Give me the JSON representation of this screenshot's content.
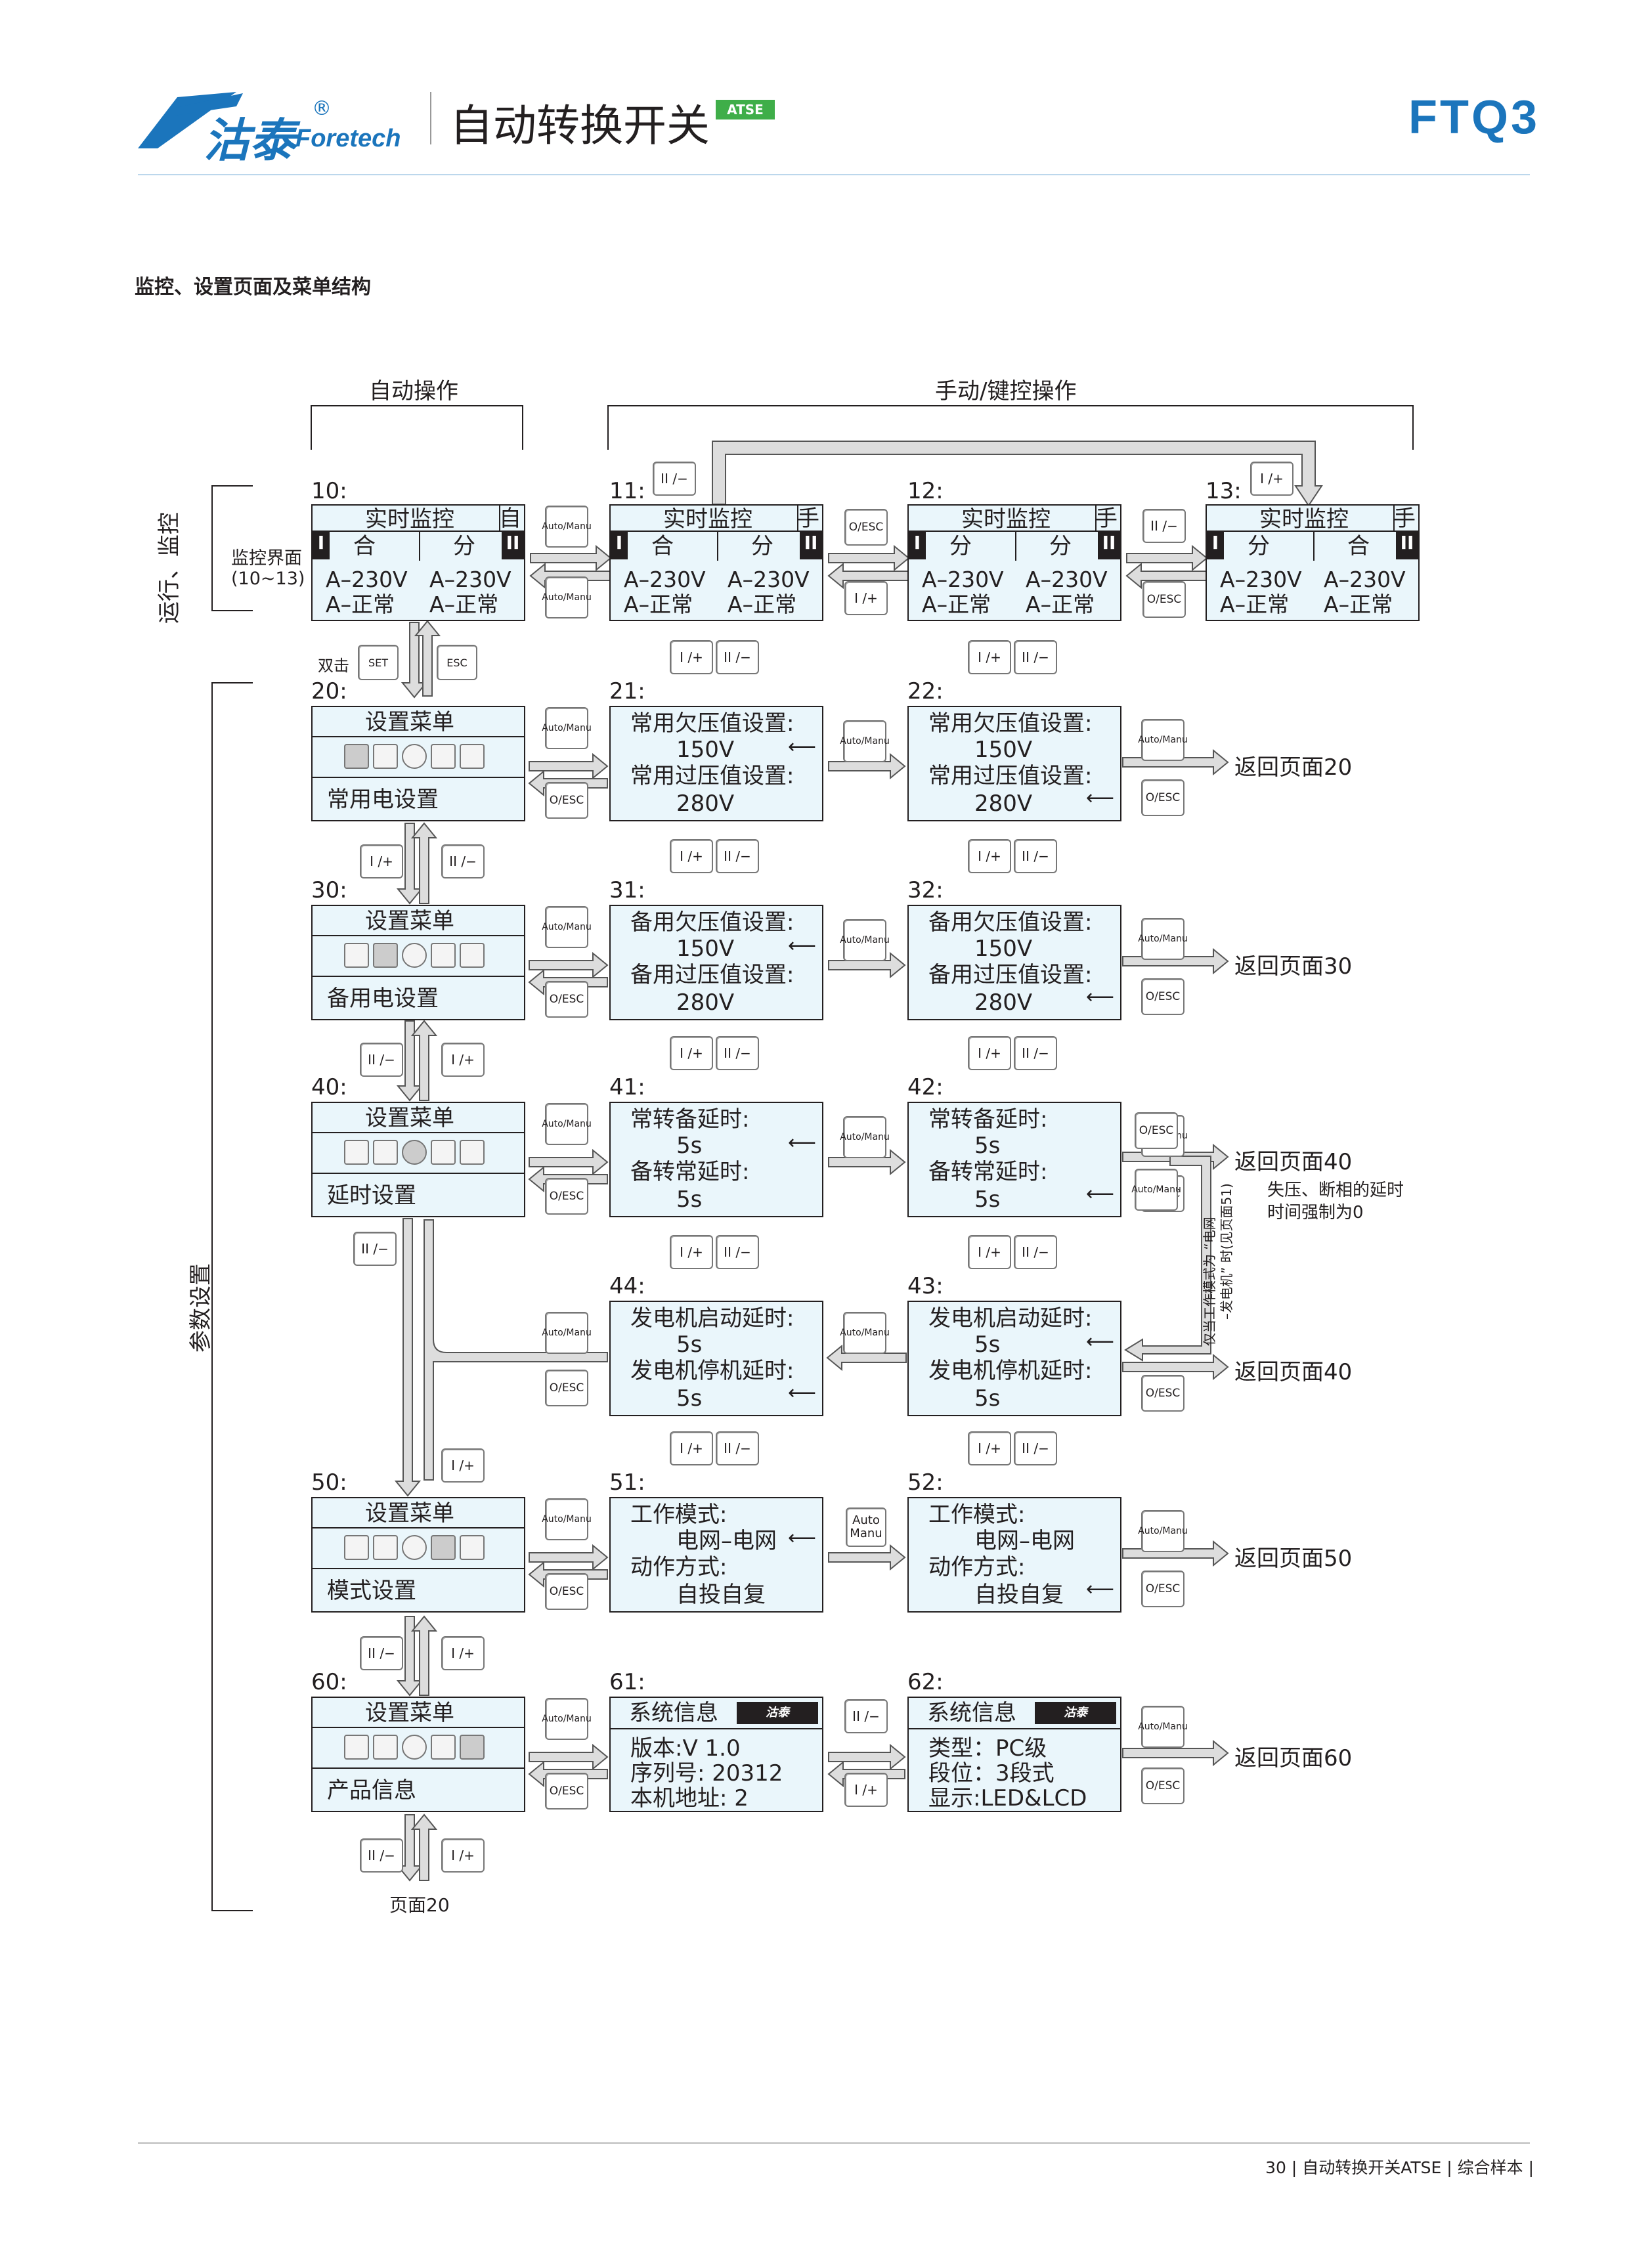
{
  "header": {
    "logo_cn": "沽泰",
    "logo_reg": "®",
    "logo_en": "Foretech",
    "title": "自动转换开关",
    "badge": "ATSE",
    "model": "FTQ3"
  },
  "section_title": "监控、设置页面及菜单结构",
  "groups": {
    "auto": "自动操作",
    "manual": "手动/键控操作",
    "side_monitor": "运行、监控",
    "side_params": "参数设置",
    "monitor_label": "监控界面",
    "monitor_range": "(10~13)"
  },
  "monitor_screens": [
    {
      "num": "10:",
      "title": "实时监控",
      "mode": "自",
      "s1": "合",
      "s2": "分",
      "v1": "A–230V",
      "v2": "A–230V",
      "n1": "A–正常",
      "n2": "A–正常"
    },
    {
      "num": "11:",
      "title": "实时监控",
      "mode": "手",
      "s1": "合",
      "s2": "分",
      "v1": "A–230V",
      "v2": "A–230V",
      "n1": "A–正常",
      "n2": "A–正常"
    },
    {
      "num": "12:",
      "title": "实时监控",
      "mode": "手",
      "s1": "分",
      "s2": "分",
      "v1": "A–230V",
      "v2": "A–230V",
      "n1": "A–正常",
      "n2": "A–正常"
    },
    {
      "num": "13:",
      "title": "实时监控",
      "mode": "手",
      "s1": "分",
      "s2": "合",
      "v1": "A–230V",
      "v2": "A–230V",
      "n1": "A–正常",
      "n2": "A–正常"
    }
  ],
  "marks": {
    "I": "I",
    "II": "II"
  },
  "buttons": {
    "auto_manu": "Auto/Manu",
    "oesc": "O/ESC",
    "i_plus": "I /+",
    "ii_minus": "II /−",
    "set": "SET",
    "esc": "ESC",
    "auto": "Auto",
    "manu": "Manu",
    "double_click": "双击"
  },
  "menu_screens": [
    {
      "num": "20:",
      "title": "设置菜单",
      "label": "常用电设置"
    },
    {
      "num": "30:",
      "title": "设置菜单",
      "label": "备用电设置"
    },
    {
      "num": "40:",
      "title": "设置菜单",
      "label": "延时设置"
    },
    {
      "num": "50:",
      "title": "设置菜单",
      "label": "模式设置"
    },
    {
      "num": "60:",
      "title": "设置菜单",
      "label": "产品信息"
    }
  ],
  "settings": {
    "s21": {
      "num": "21:",
      "l1": "常用欠压值设置:",
      "v1": "150V",
      "l2": "常用过压值设置:",
      "v2": "280V"
    },
    "s22": {
      "num": "22:",
      "l1": "常用欠压值设置:",
      "v1": "150V",
      "l2": "常用过压值设置:",
      "v2": "280V"
    },
    "s31": {
      "num": "31:",
      "l1": "备用欠压值设置:",
      "v1": "150V",
      "l2": "备用过压值设置:",
      "v2": "280V"
    },
    "s32": {
      "num": "32:",
      "l1": "备用欠压值设置:",
      "v1": "150V",
      "l2": "备用过压值设置:",
      "v2": "280V"
    },
    "s41": {
      "num": "41:",
      "l1": "常转备延时:",
      "v1": "5s",
      "l2": "备转常延时:",
      "v2": "5s"
    },
    "s42": {
      "num": "42:",
      "l1": "常转备延时:",
      "v1": "5s",
      "l2": "备转常延时:",
      "v2": "5s"
    },
    "s43": {
      "num": "43:",
      "l1": "发电机启动延时:",
      "v1": "5s",
      "l2": "发电机停机延时:",
      "v2": "5s"
    },
    "s44": {
      "num": "44:",
      "l1": "发电机启动延时:",
      "v1": "5s",
      "l2": "发电机停机延时:",
      "v2": "5s"
    },
    "s51": {
      "num": "51:",
      "l1": "工作模式:",
      "v1": "电网–电网",
      "l2": "动作方式:",
      "v2": "自投自复"
    },
    "s52": {
      "num": "52:",
      "l1": "工作模式:",
      "v1": "电网–电网",
      "l2": "动作方式:",
      "v2": "自投自复"
    }
  },
  "info": {
    "s61": {
      "num": "61:",
      "title": "系统信息",
      "l1": "版本:V 1.0",
      "l2": "序列号: 20312",
      "l3": "本机地址: 2"
    },
    "s62": {
      "num": "62:",
      "title": "系统信息",
      "l1": "类型：PC级",
      "l2": "段位：3段式",
      "l3": "显示:LED&LCD"
    }
  },
  "returns": {
    "r20": "返回页面20",
    "r30": "返回页面30",
    "r40a": "返回页面40",
    "r40b": "返回页面40",
    "r50": "返回页面50",
    "r60": "返回页面60"
  },
  "notes": {
    "delay_note1": "失压、断相的延时",
    "delay_note2": "时间强制为0",
    "gen_note1": "仅当工作模式为 “电网",
    "gen_note2": "–发电机” 时(见页面51)",
    "page20": "页面20"
  },
  "footer": "30 | 自动转换开关ATSE | 综合样本 |",
  "colors": {
    "brand": "#1b75bc",
    "screen_bg": "#eaf6fb",
    "badge": "#3fae49",
    "arrow": "#c8c8c8"
  }
}
